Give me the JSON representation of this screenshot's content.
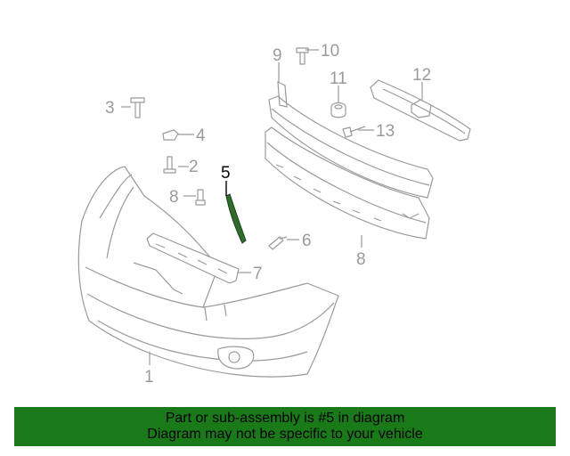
{
  "diagram": {
    "highlight_color": "#2f6e2a",
    "callouts": {
      "c1": "1",
      "c2": "2",
      "c3": "3",
      "c4": "4",
      "c5": "5",
      "c6": "6",
      "c7": "7",
      "c8a": "8",
      "c8b": "8",
      "c9": "9",
      "c10": "10",
      "c11": "11",
      "c12": "12",
      "c13": "13"
    }
  },
  "banner": {
    "color": "#1a7a1a",
    "line1": "Part or sub-assembly is #5 in diagram",
    "line2": "Diagram may not be specific to your vehicle"
  }
}
